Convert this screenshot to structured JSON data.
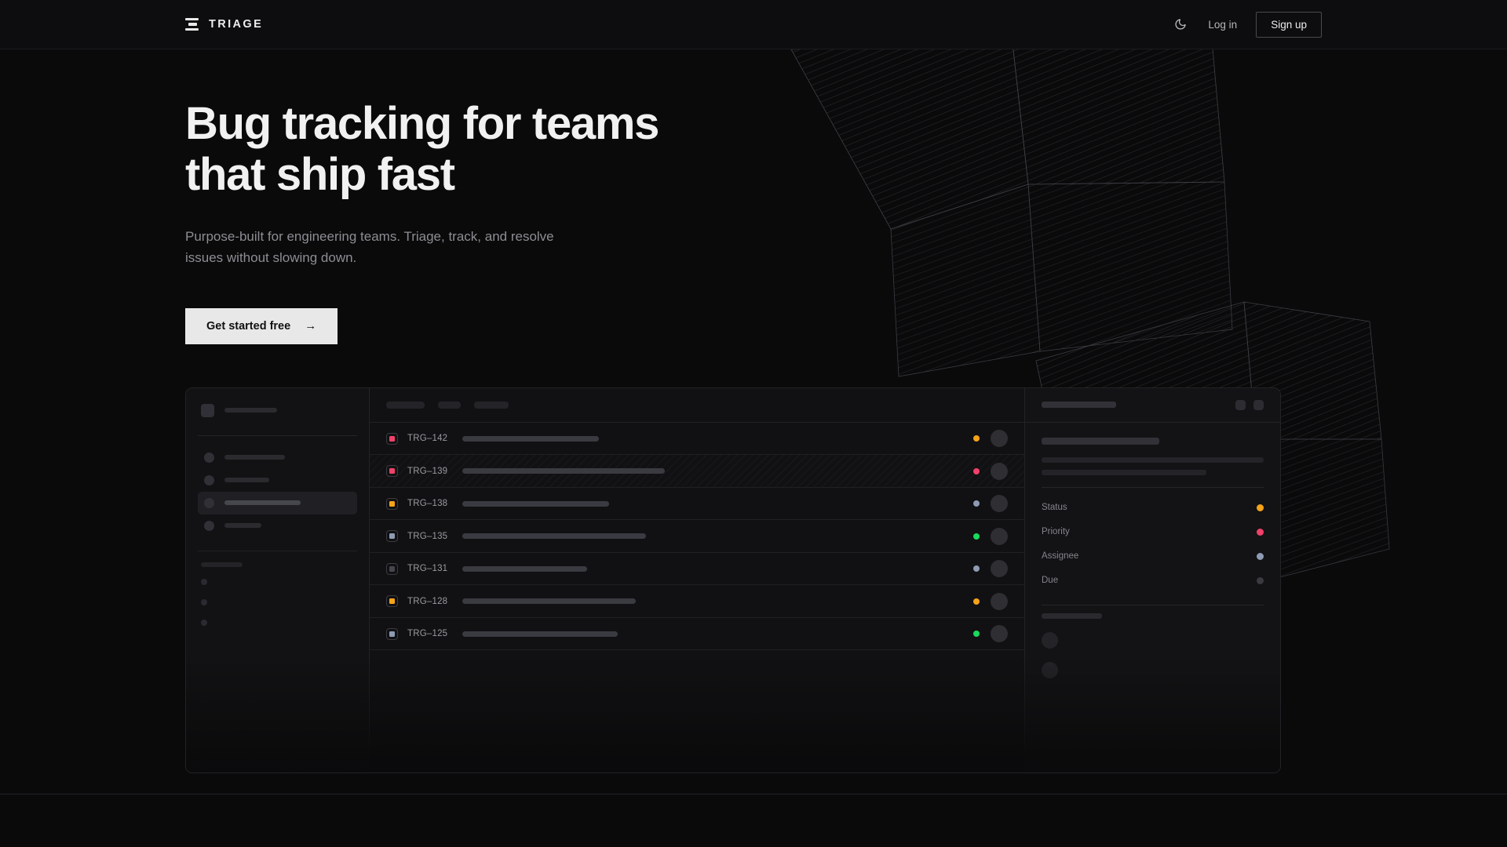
{
  "brand": {
    "name": "TRIAGE",
    "logo_icon": "bars-logo-icon"
  },
  "nav": {
    "theme_toggle_icon": "moon-icon",
    "login_label": "Log in",
    "signup_label": "Sign up"
  },
  "hero": {
    "heading_line1": "Bug tracking for teams",
    "heading_line2": "that ship fast",
    "subtext": "Purpose-built for engineering teams. Triage, track, and resolve issues without slowing down.",
    "cta_label": "Get started free",
    "cta_arrow": "→"
  },
  "colors": {
    "page_bg": "#0a0a0b",
    "panel_bg": "#111113",
    "border": "#232327",
    "accent_pink": "#f0416a",
    "accent_orange": "#f5a318",
    "accent_green": "#19d95e",
    "accent_slate": "#8e9bb3",
    "accent_grey": "#46464d",
    "cta_bg": "#e8e8e8",
    "text_primary": "#f1f1f2",
    "text_muted": "#8d8d93"
  },
  "mockup": {
    "sidebar": {
      "org_placeholder": true,
      "nav_items": [
        {
          "active": false,
          "width": 77
        },
        {
          "active": false,
          "width": 57
        },
        {
          "active": true,
          "width": 97
        },
        {
          "active": false,
          "width": 47
        }
      ],
      "section_label_placeholder": true,
      "sub_items": 3
    },
    "list": {
      "header_pills": [
        49,
        29,
        44
      ],
      "rows": [
        {
          "id": "TRG–142",
          "badge_color": "#f0416a",
          "title_width": 174,
          "status_color": "#f5a318",
          "hatched": false
        },
        {
          "id": "TRG–139",
          "badge_color": "#f0416a",
          "title_width": 258,
          "status_color": "#f0416a",
          "hatched": true
        },
        {
          "id": "TRG–138",
          "badge_color": "#f5a318",
          "title_width": 187,
          "status_color": "#8e9bb3",
          "hatched": false
        },
        {
          "id": "TRG–135",
          "badge_color": "#8e9bb3",
          "title_width": 234,
          "status_color": "#19d95e",
          "hatched": false
        },
        {
          "id": "TRG–131",
          "badge_color": "#46464d",
          "title_width": 159,
          "status_color": "#8e9bb3",
          "hatched": false
        },
        {
          "id": "TRG–128",
          "badge_color": "#f5a318",
          "title_width": 221,
          "status_color": "#f5a318",
          "hatched": false
        },
        {
          "id": "TRG–125",
          "badge_color": "#8e9bb3",
          "title_width": 198,
          "status_color": "#19d95e",
          "hatched": false
        }
      ]
    },
    "detail": {
      "header_placeholder": true,
      "action_buttons": 2,
      "title_placeholder_width": 150,
      "body_lines": [
        283,
        210
      ],
      "properties": [
        {
          "label": "Status",
          "dot_color": "#f5a318"
        },
        {
          "label": "Priority",
          "dot_color": "#f0416a"
        },
        {
          "label": "Assignee",
          "dot_color": "#8e9bb3"
        },
        {
          "label": "Due",
          "dot_color": "#3a3a41"
        }
      ],
      "comments_label_placeholder": true,
      "comment_avatars": 2
    }
  }
}
